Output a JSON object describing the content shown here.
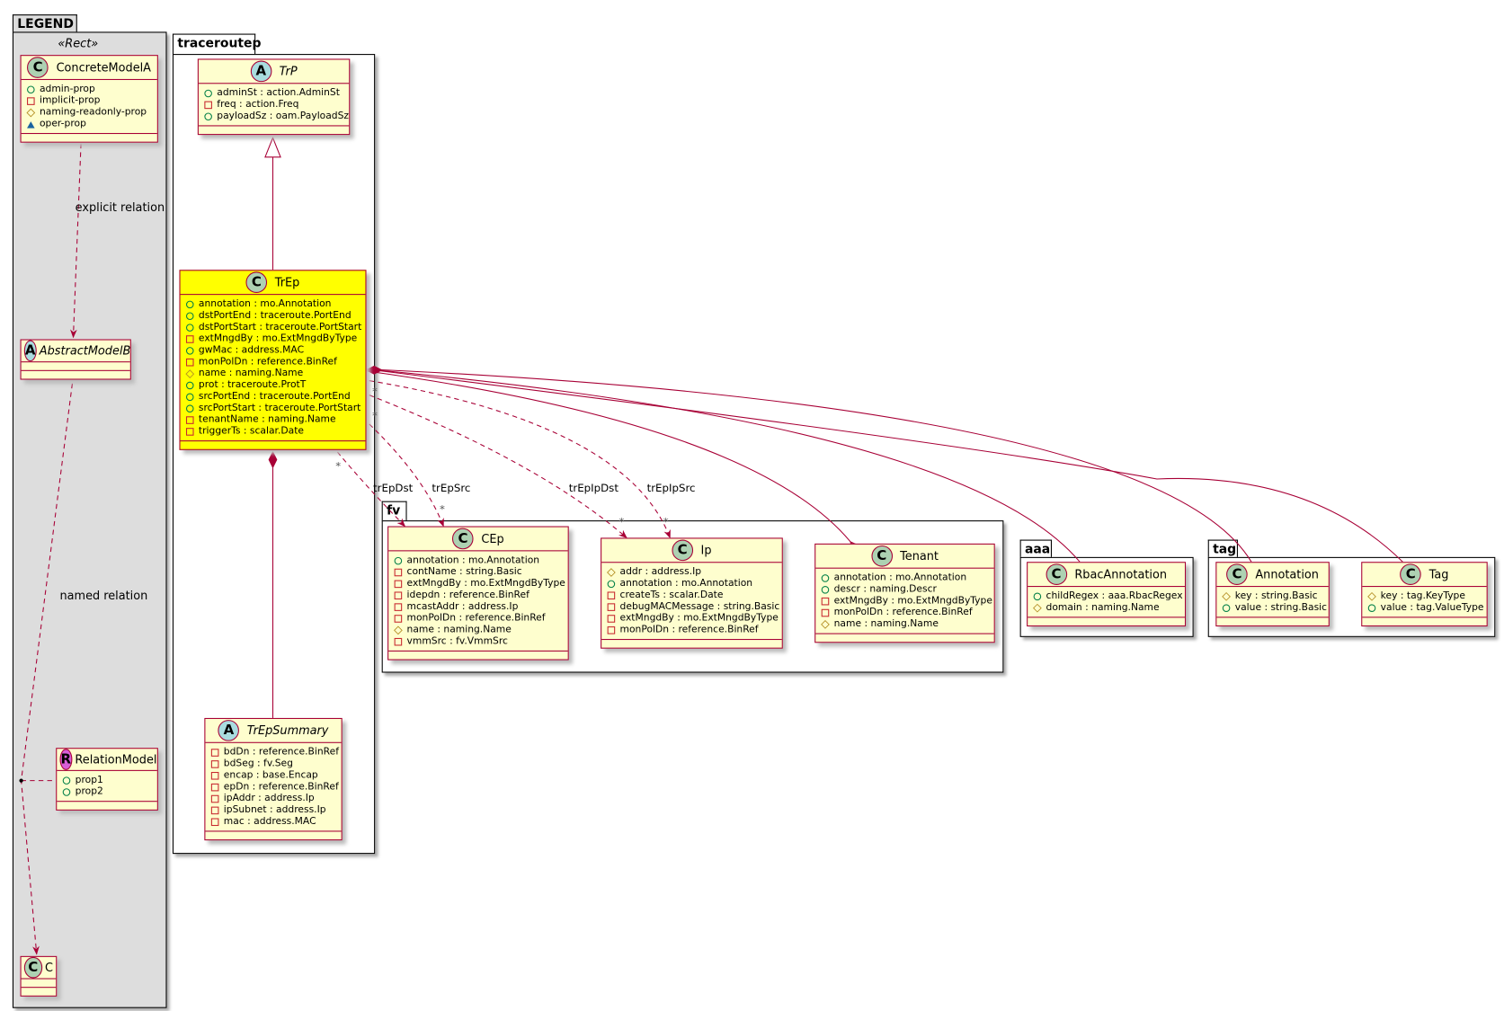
{
  "packages": {
    "legend": "LEGEND",
    "traceroutep": "traceroutep",
    "fv": "fv",
    "aaa": "aaa",
    "tag": "tag"
  },
  "legend_stereotype": "«Rect»",
  "classes": {
    "concreteModelA": {
      "name": "ConcreteModelA",
      "kind": "C",
      "abstract": false,
      "attrs": [
        [
          "+",
          "admin-prop"
        ],
        [
          "-",
          "implicit-prop"
        ],
        [
          "#",
          "naming-readonly-prop"
        ],
        [
          "~",
          "oper-prop"
        ]
      ]
    },
    "abstractModelB": {
      "name": "AbstractModelB",
      "kind": "A",
      "abstract": true,
      "attrs": []
    },
    "relationModel": {
      "name": "RelationModel",
      "kind": "R",
      "abstract": false,
      "attrs": [
        [
          "+",
          "prop1"
        ],
        [
          "+",
          "prop2"
        ]
      ]
    },
    "c": {
      "name": "C",
      "kind": "C",
      "abstract": false,
      "attrs": []
    },
    "trP": {
      "name": "TrP",
      "kind": "A",
      "abstract": true,
      "attrs": [
        [
          "+",
          "adminSt : action.AdminSt"
        ],
        [
          "-",
          "freq : action.Freq"
        ],
        [
          "+",
          "payloadSz : oam.PayloadSz"
        ]
      ]
    },
    "trEp": {
      "name": "TrEp",
      "kind": "C",
      "abstract": false,
      "attrs": [
        [
          "+",
          "annotation : mo.Annotation"
        ],
        [
          "+",
          "dstPortEnd : traceroute.PortEnd"
        ],
        [
          "+",
          "dstPortStart : traceroute.PortStart"
        ],
        [
          "-",
          "extMngdBy : mo.ExtMngdByType"
        ],
        [
          "+",
          "gwMac : address.MAC"
        ],
        [
          "-",
          "monPolDn : reference.BinRef"
        ],
        [
          "#",
          "name : naming.Name"
        ],
        [
          "+",
          "prot : traceroute.ProtT"
        ],
        [
          "+",
          "srcPortEnd : traceroute.PortEnd"
        ],
        [
          "+",
          "srcPortStart : traceroute.PortStart"
        ],
        [
          "-",
          "tenantName : naming.Name"
        ],
        [
          "-",
          "triggerTs : scalar.Date"
        ]
      ]
    },
    "trEpSummary": {
      "name": "TrEpSummary",
      "kind": "A",
      "abstract": true,
      "attrs": [
        [
          "-",
          "bdDn : reference.BinRef"
        ],
        [
          "-",
          "bdSeg : fv.Seg"
        ],
        [
          "-",
          "encap : base.Encap"
        ],
        [
          "-",
          "epDn : reference.BinRef"
        ],
        [
          "-",
          "ipAddr : address.Ip"
        ],
        [
          "-",
          "ipSubnet : address.Ip"
        ],
        [
          "-",
          "mac : address.MAC"
        ]
      ]
    },
    "cEp": {
      "name": "CEp",
      "kind": "C",
      "abstract": false,
      "attrs": [
        [
          "+",
          "annotation : mo.Annotation"
        ],
        [
          "-",
          "contName : string.Basic"
        ],
        [
          "-",
          "extMngdBy : mo.ExtMngdByType"
        ],
        [
          "-",
          "idepdn : reference.BinRef"
        ],
        [
          "-",
          "mcastAddr : address.Ip"
        ],
        [
          "-",
          "monPolDn : reference.BinRef"
        ],
        [
          "#",
          "name : naming.Name"
        ],
        [
          "-",
          "vmmSrc : fv.VmmSrc"
        ]
      ]
    },
    "ip": {
      "name": "Ip",
      "kind": "C",
      "abstract": false,
      "attrs": [
        [
          "#",
          "addr : address.Ip"
        ],
        [
          "+",
          "annotation : mo.Annotation"
        ],
        [
          "-",
          "createTs : scalar.Date"
        ],
        [
          "-",
          "debugMACMessage : string.Basic"
        ],
        [
          "-",
          "extMngdBy : mo.ExtMngdByType"
        ],
        [
          "-",
          "monPolDn : reference.BinRef"
        ]
      ]
    },
    "tenant": {
      "name": "Tenant",
      "kind": "C",
      "abstract": false,
      "attrs": [
        [
          "+",
          "annotation : mo.Annotation"
        ],
        [
          "+",
          "descr : naming.Descr"
        ],
        [
          "-",
          "extMngdBy : mo.ExtMngdByType"
        ],
        [
          "-",
          "monPolDn : reference.BinRef"
        ],
        [
          "#",
          "name : naming.Name"
        ]
      ]
    },
    "rbacAnnotation": {
      "name": "RbacAnnotation",
      "kind": "C",
      "abstract": false,
      "attrs": [
        [
          "+",
          "childRegex : aaa.RbacRegex"
        ],
        [
          "#",
          "domain : naming.Name"
        ]
      ]
    },
    "annotation": {
      "name": "Annotation",
      "kind": "C",
      "abstract": false,
      "attrs": [
        [
          "#",
          "key : string.Basic"
        ],
        [
          "+",
          "value : string.Basic"
        ]
      ]
    },
    "tag": {
      "name": "Tag",
      "kind": "C",
      "abstract": false,
      "attrs": [
        [
          "#",
          "key : tag.KeyType"
        ],
        [
          "+",
          "value : tag.ValueType"
        ]
      ]
    }
  },
  "relations": {
    "explicit": "explicit relation",
    "named": "named relation",
    "trEpDst": "trEpDst",
    "trEpSrc": "trEpSrc",
    "trEpIpDst": "trEpIpDst",
    "trEpIpSrc": "trEpIpSrc",
    "multiplicity": "*"
  },
  "colors": {
    "border": "#a80036",
    "classFill": "#fefece",
    "highlight": "#ffff00",
    "legendFill": "#dddddd"
  }
}
